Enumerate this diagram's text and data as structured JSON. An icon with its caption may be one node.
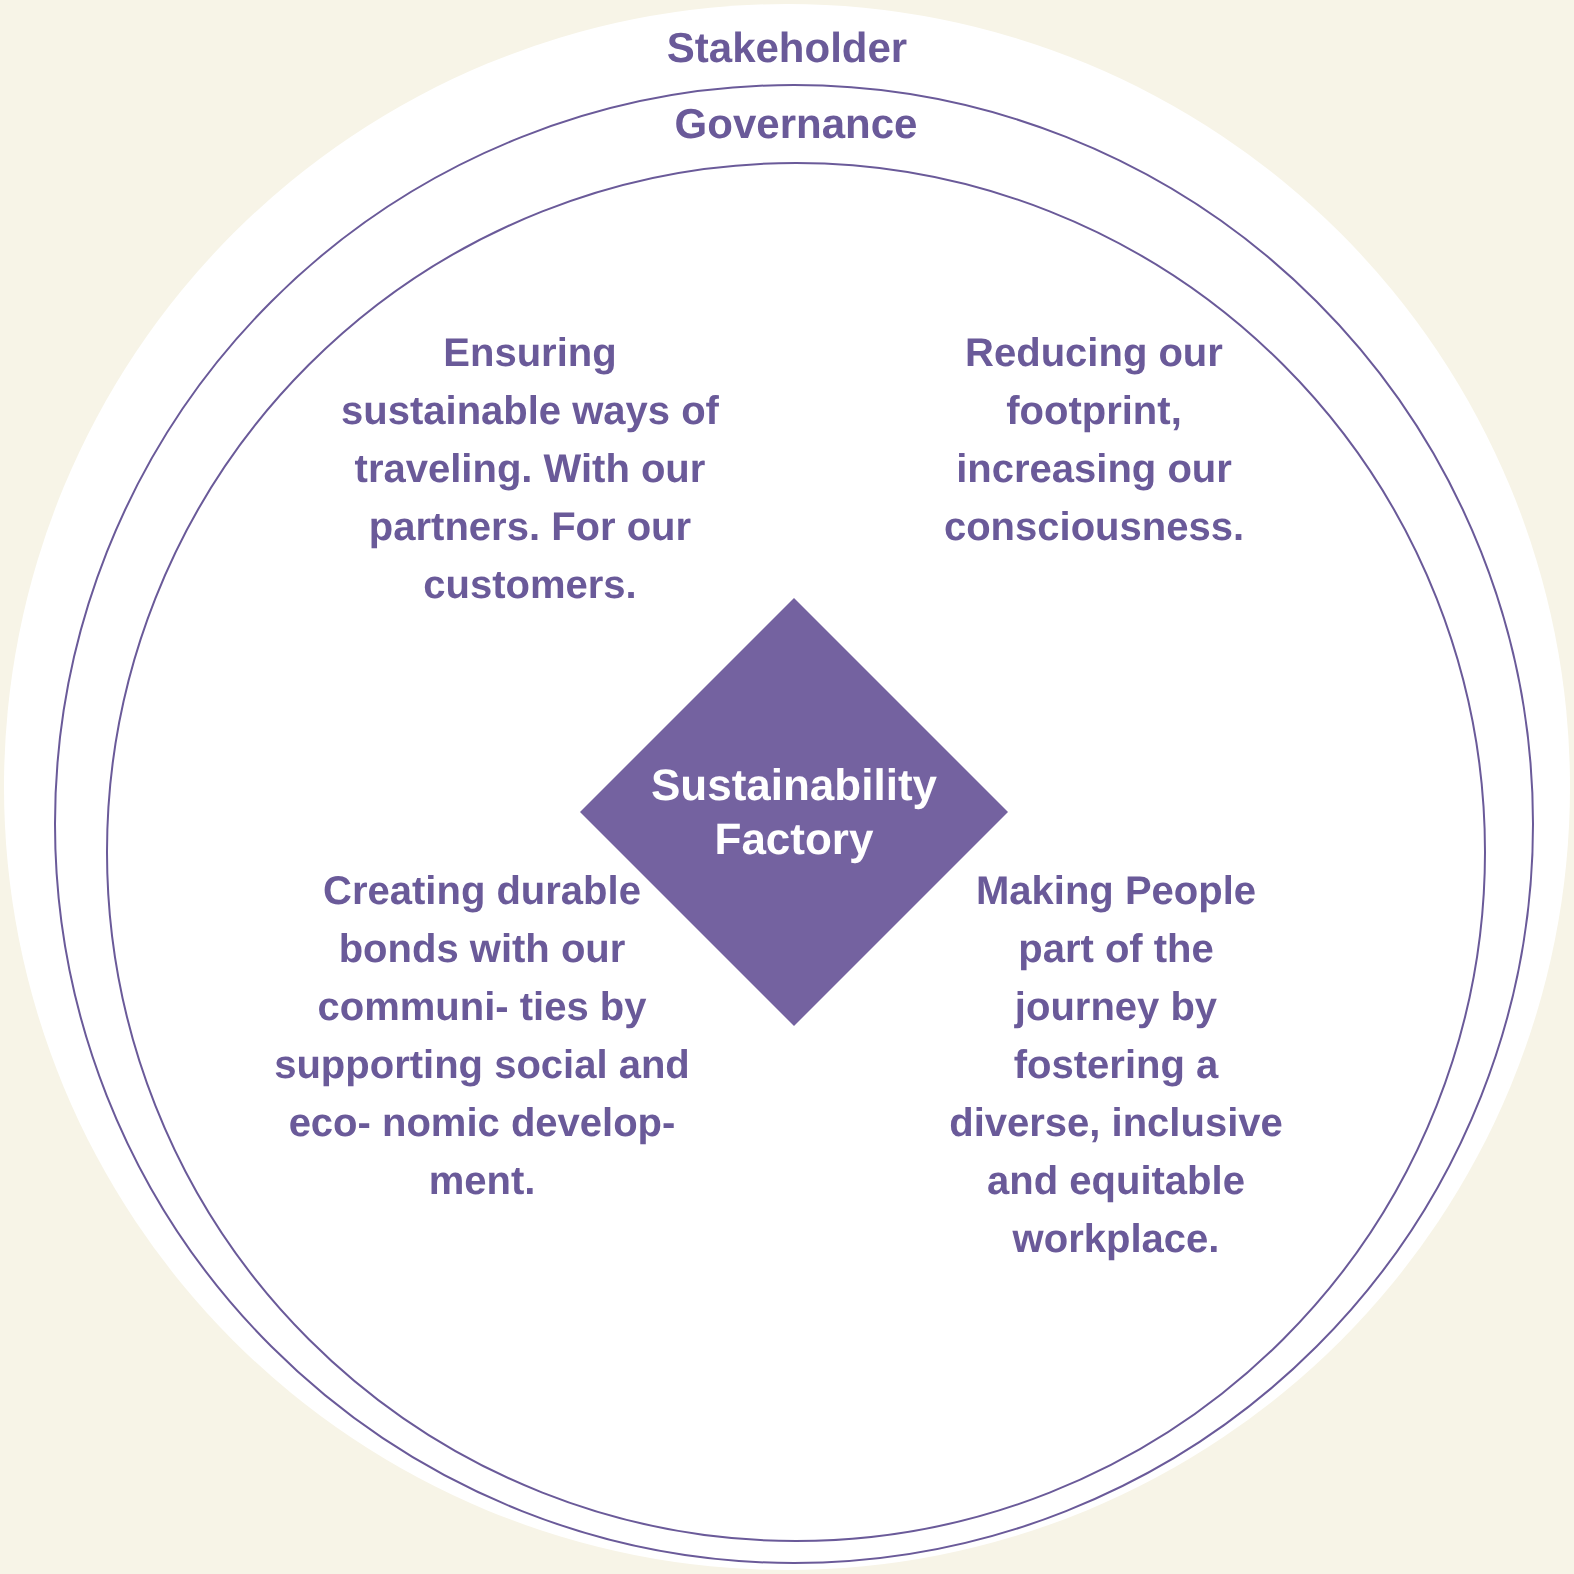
{
  "diagram": {
    "nodes": [
      {
        "text": [
          "Stakeholder"
        ]
      },
      {
        "text": [
          "Governance"
        ],
        "in": 0
      },
      {
        "text": [],
        "shape": "circle",
        "in": 1
      },
      {
        "text": [
          "Ensuring sustainable ways of traveling. With our partners. For our customers."
        ],
        "in": 2
      },
      {
        "text": [
          "Reducing our footprint, increasing our consciousness."
        ],
        "in": 2
      },
      {
        "text": [
          "Sustainability Factory"
        ],
        "in": 2
      },
      {
        "text": [
          "Creating durable bonds with our communi- ties by supporting social and eco- nomic develop- ment."
        ],
        "in": 2
      },
      {
        "text": [
          "Making People part of the journey by fostering a diverse, inclusive and equitable workplace."
        ],
        "in": 2
      }
    ]
  }
}
